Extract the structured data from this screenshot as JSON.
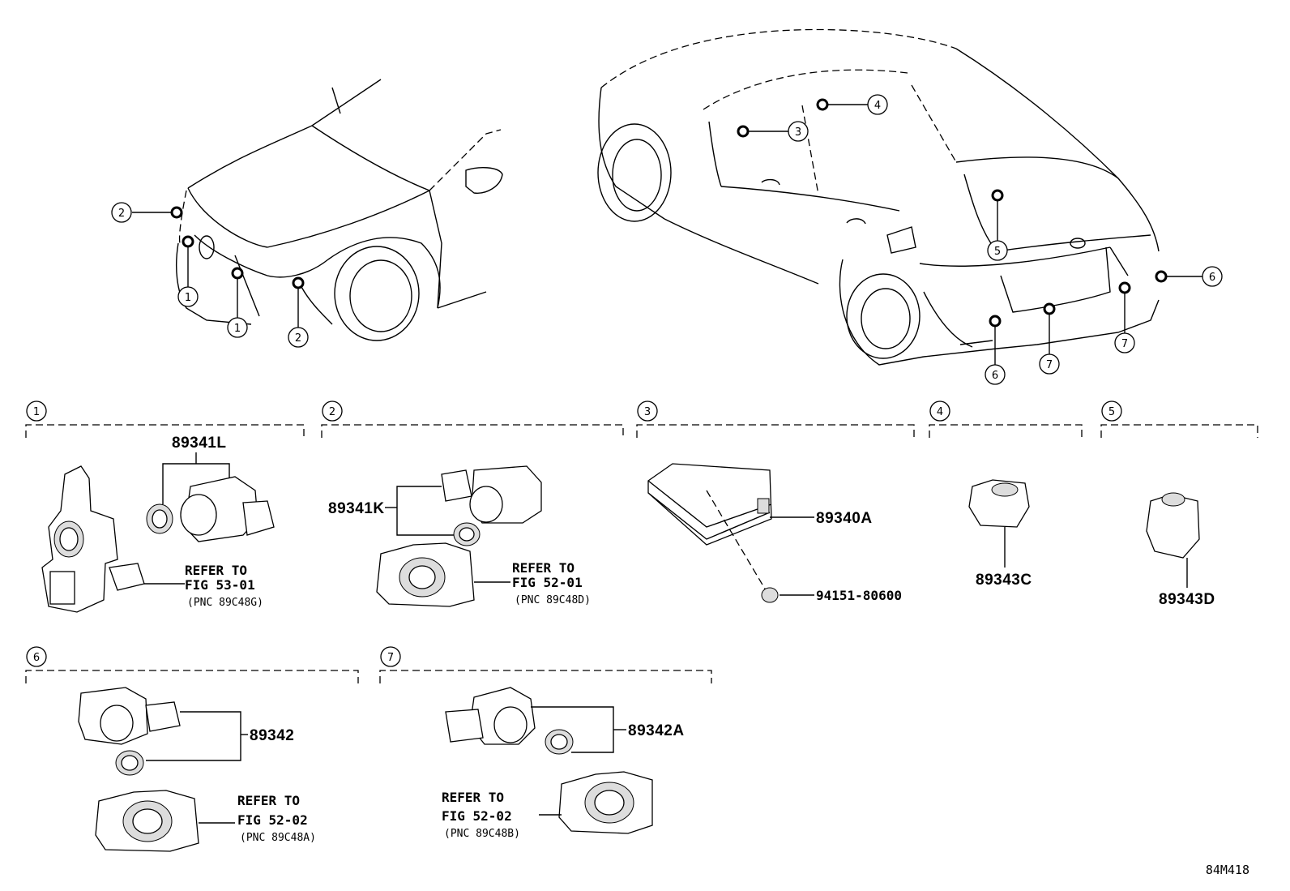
{
  "callouts": {
    "c1": "1",
    "c2": "2",
    "c3": "3",
    "c4": "4",
    "c5": "5",
    "c6": "6",
    "c7": "7"
  },
  "parts": {
    "p89341L": "89341L",
    "p89341K": "89341K",
    "p89340A": "89340A",
    "p94151": "94151-80600",
    "p89343C": "89343C",
    "p89343D": "89343D",
    "p89342": "89342",
    "p89342A": "89342A"
  },
  "refs": {
    "s1": {
      "line1": "REFER TO",
      "line2": "FIG 53-01",
      "line3": "(PNC 89C48G)"
    },
    "s2": {
      "line1": "REFER TO",
      "line2": "FIG 52-01",
      "line3": "(PNC 89C48D)"
    },
    "s6": {
      "line1": "REFER TO",
      "line2": "FIG 52-02",
      "line3": "(PNC 89C48A)"
    },
    "s7": {
      "line1": "REFER TO",
      "line2": "FIG 52-02",
      "line3": "(PNC 89C48B)"
    }
  },
  "illustration_code": "84M418"
}
